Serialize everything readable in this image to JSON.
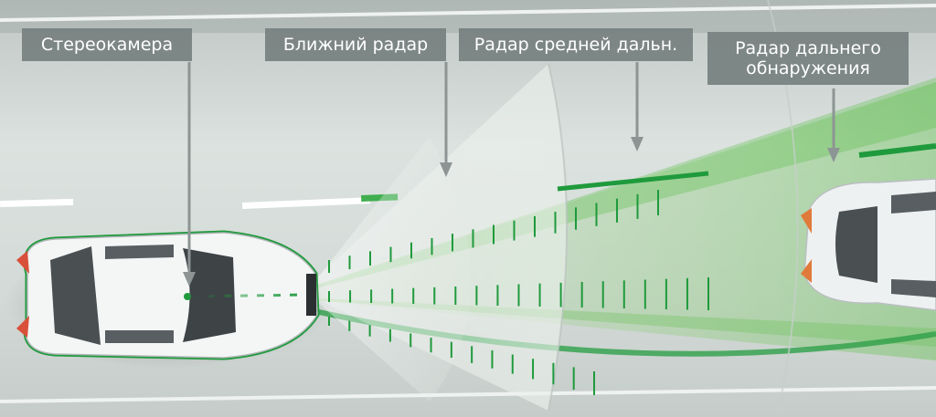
{
  "labels": {
    "stereo_camera": "Стереокамера",
    "short_range_radar": "Ближний радар",
    "mid_range_radar": "Радар средней дальн.",
    "long_range_radar_line1": "Радар дальнего",
    "long_range_radar_line2": "обнаружения"
  },
  "colors": {
    "accent_green": "#1f9a3c",
    "label_bg": "#76807f",
    "label_text": "#ffffff",
    "road": "#d7dedb",
    "arrow": "#8d9594"
  }
}
